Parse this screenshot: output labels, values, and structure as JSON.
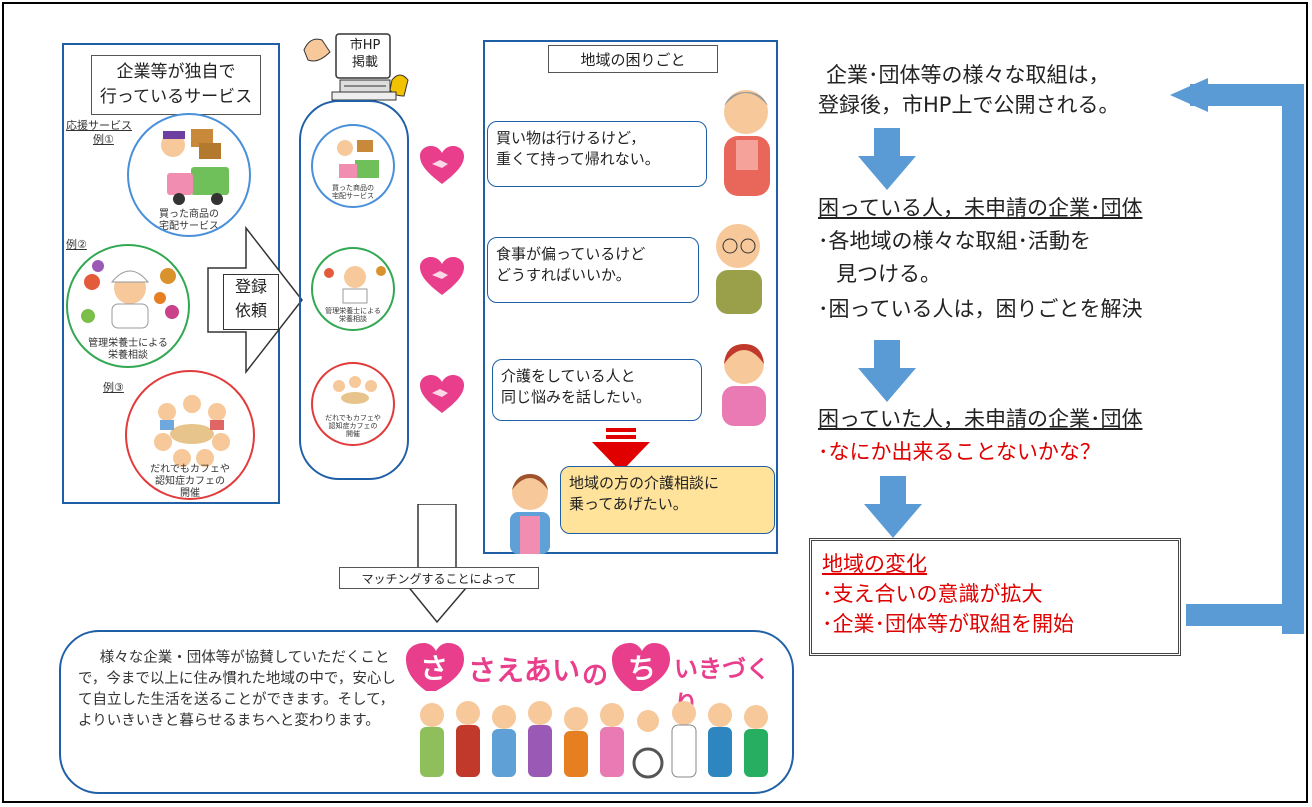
{
  "left": {
    "title_line1": "企業等が独自で",
    "title_line2": "行っているサービス",
    "support_label": "応援サービス",
    "ex1_label": "例①",
    "ex1_caption_1": "買った商品の",
    "ex1_caption_2": "宅配サービス",
    "ex2_label": "例②",
    "ex2_caption_1": "管理栄養士による",
    "ex2_caption_2": "栄養相談",
    "ex3_label": "例③",
    "ex3_caption_1": "だれでもカフェや",
    "ex3_caption_2": "認知症カフェの",
    "ex3_caption_3": "開催"
  },
  "register": {
    "line1": "登録",
    "line2": "依頼"
  },
  "hp": {
    "line1": "市HP",
    "line2": "掲載"
  },
  "hp_items": [
    {
      "caption_1": "買った商品の",
      "caption_2": "宅配サービス"
    },
    {
      "caption_1": "管理栄養士による",
      "caption_2": "栄養相談"
    },
    {
      "caption_1": "だれでもカフェや",
      "caption_2": "認知症カフェの",
      "caption_3": "開催"
    }
  ],
  "community": {
    "title": "地域の困りごと",
    "b1_line1": "買い物は行けるけど，",
    "b1_line2": "重くて持って帰れない。",
    "b2_line1": "食事が偏っているけど",
    "b2_line2": "どうすればいいか。",
    "b3_line1": "介護をしている人と",
    "b3_line2": "同じ悩みを話したい。",
    "b4_line1": "地域の方の介護相談に",
    "b4_line2": "乗ってあげたい。"
  },
  "flow": {
    "step1_line1": "企業･団体等の様々な取組は，",
    "step1_line2": "登録後，市HP上で公開される。",
    "step2_heading": "困っている人，未申請の企業･団体",
    "step2_line1": "･各地域の様々な取組･活動を",
    "step2_line2": "見つける。",
    "step2_line3": "･困っている人は，困りごとを解決",
    "step3_heading": "困っていた人，未申請の企業･団体",
    "step3_line1": "･なにか出来ることないかな？",
    "change_heading": "地域の変化",
    "change_line1": "･支え合いの意識が拡大",
    "change_line2": "･企業･団体等が取組を開始"
  },
  "match_label": "マッチングすることによって",
  "result": {
    "text": "様々な企業・団体等が協賛していただくことで，今まで以上に住み慣れた地域の中で，安心して自立した生活を送ることができます。そして，よりいきいきと暮らせるまちへと変わります。",
    "logo_1": "さ",
    "logo_2": "さえあい",
    "logo_3": "の",
    "logo_4": "ち",
    "logo_5": "いきづくり"
  },
  "colors": {
    "blue": "#5b9bd5",
    "dark_blue": "#1f5fa6",
    "red": "#e00000",
    "heart": "#e83e8c",
    "yellow": "#ffe39a"
  }
}
